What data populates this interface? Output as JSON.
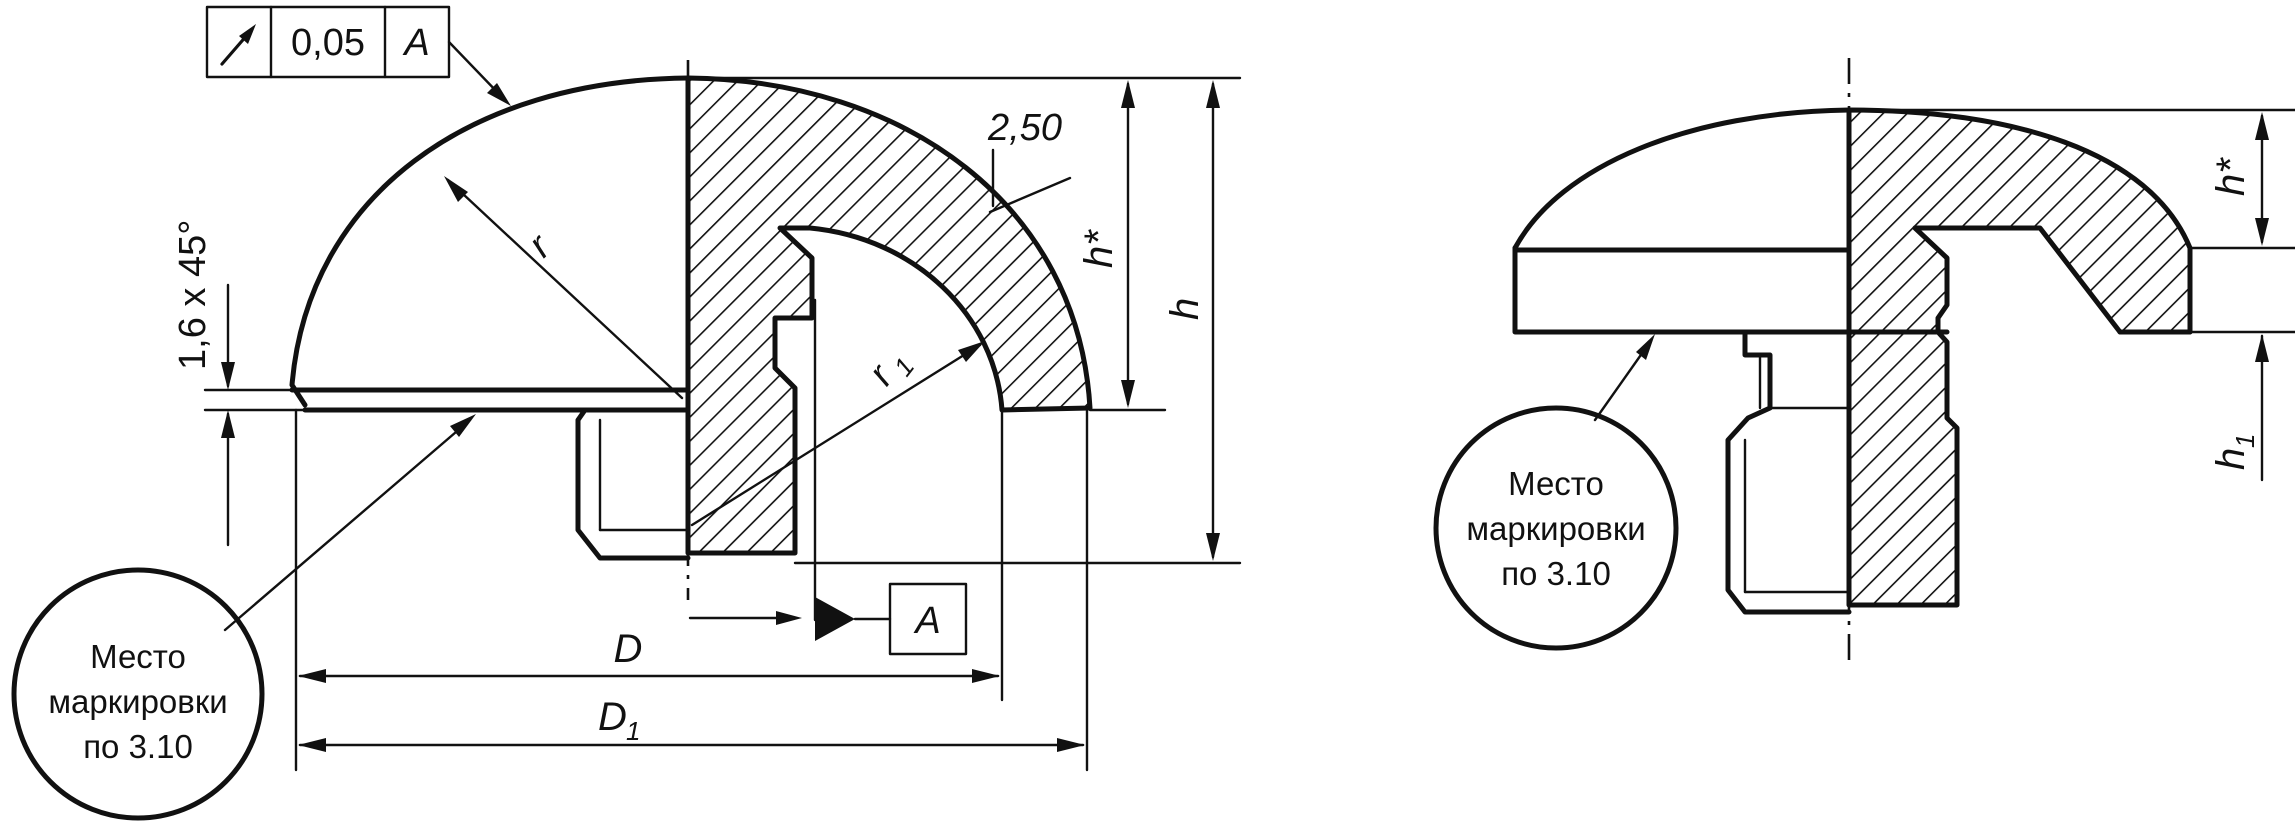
{
  "left_view": {
    "tolerance_frame": {
      "symbol_name": "runout-arrow-icon",
      "value": "0,05",
      "datum": "A"
    },
    "datum_box": "A",
    "chamfer": "1,6 x 45°",
    "roughness": "2,50",
    "radius_r": "r",
    "radius_r1": "r",
    "radius_r1_sub": "1",
    "dim_h_star": "h*",
    "dim_h": "h",
    "dim_D": "D",
    "dim_D1": "D",
    "dim_D1_sub": "1",
    "marking": {
      "line1": "Место",
      "line2": "маркировки",
      "line3": "по 3.10"
    }
  },
  "right_view": {
    "dim_h_star": "h*",
    "dim_h1": "h",
    "dim_h1_sub": "1",
    "marking": {
      "line1": "Место",
      "line2": "маркировки",
      "line3": "по 3.10"
    }
  }
}
